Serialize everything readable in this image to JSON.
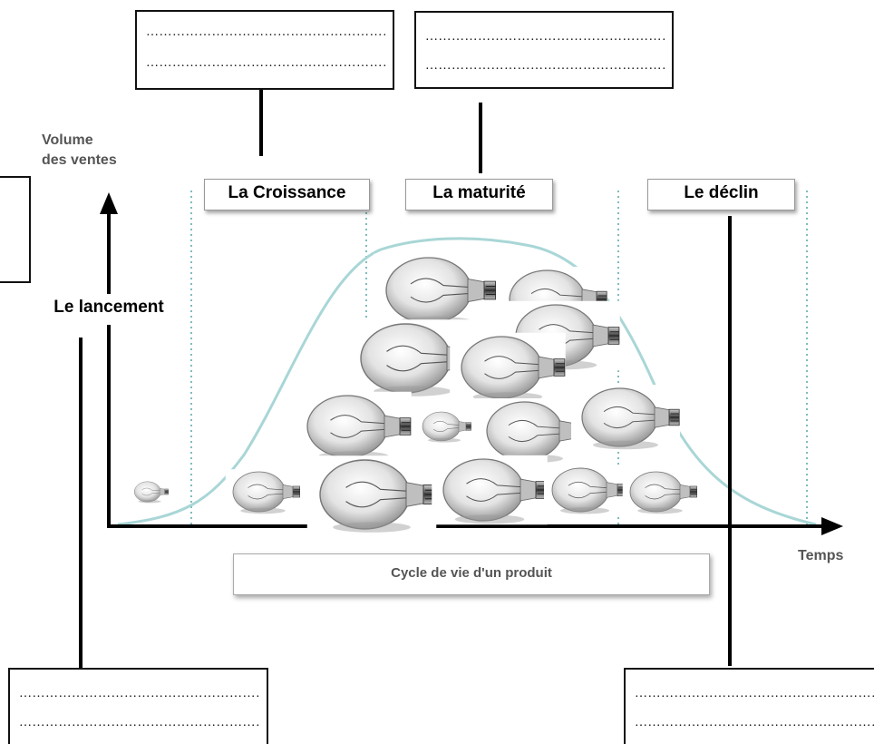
{
  "blank_placeholder": "……………………………………………………",
  "axis": {
    "y_label_line1": "Volume",
    "y_label_line2": "des ventes",
    "x_label": "Temps"
  },
  "caption": "Cycle de vie d'un produit",
  "phases": {
    "lancement": "Le lancement",
    "croissance": "La Croissance",
    "maturite": "La maturité",
    "declin": "Le déclin"
  },
  "colors": {
    "curve": "#a9d6d6",
    "dotted_line": "#7fbcbc",
    "axis": "#000000"
  },
  "icons": [
    "light-bulb-icon"
  ]
}
